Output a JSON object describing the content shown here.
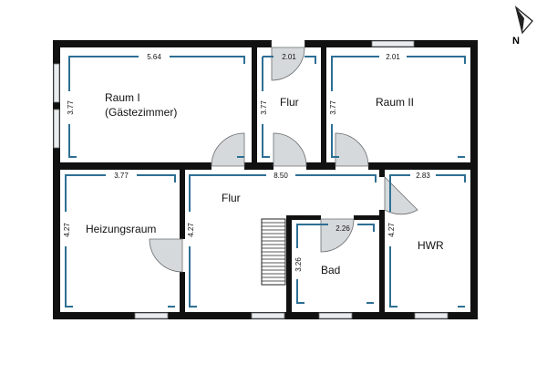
{
  "compass": {
    "north_label": "N"
  },
  "rooms": [
    {
      "name_lines": [
        "Raum I",
        "(Gästezimmer)"
      ],
      "width": "5.64",
      "depth": "3.77"
    },
    {
      "name_lines": [
        "Flur"
      ],
      "width": "2.01",
      "depth": "3.77"
    },
    {
      "name_lines": [
        "Raum II"
      ],
      "width": "2.01",
      "depth": "3.77"
    },
    {
      "name_lines": [
        "Heizungsraum"
      ],
      "width": "3.77",
      "depth": "4.27"
    },
    {
      "name_lines": [
        "Flur"
      ],
      "width": "8.50",
      "depth": "4.27"
    },
    {
      "name_lines": [
        "Bad"
      ],
      "width": "2.26",
      "depth": "3.26"
    },
    {
      "name_lines": [
        "HWR"
      ],
      "width": "2.83",
      "depth": "4.27"
    }
  ],
  "colors": {
    "wall": "#111111",
    "dimension_line": "#2e6f94",
    "door": "#d6d9db",
    "window": "#e9ecee"
  }
}
